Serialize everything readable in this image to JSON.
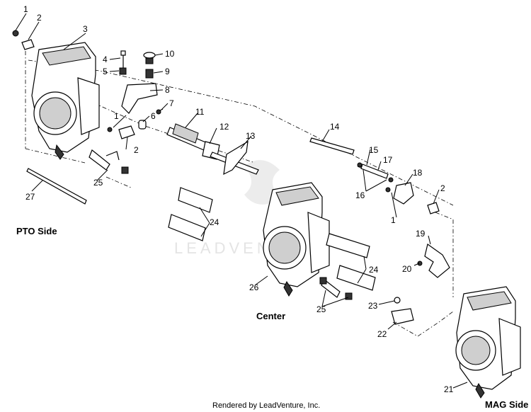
{
  "labels": {
    "pto": "PTO Side",
    "center": "Center",
    "mag": "MAG Side"
  },
  "callouts": {
    "c1a": "1",
    "c2a": "2",
    "c3": "3",
    "c4": "4",
    "c5": "5",
    "c10": "10",
    "c9": "9",
    "c8": "8",
    "c7": "7",
    "c6": "6",
    "c1b": "1",
    "c2b": "2",
    "c11": "11",
    "c12": "12",
    "c13": "13",
    "c25a": "25",
    "c27": "27",
    "c14": "14",
    "c15": "15",
    "c17": "17",
    "c18": "18",
    "c16": "16",
    "c2c": "2",
    "c1c": "1",
    "c24a": "24",
    "c24b": "24",
    "c19": "19",
    "c20": "20",
    "c26": "26",
    "c25b": "25",
    "c23": "23",
    "c22": "22",
    "c21": "21"
  },
  "watermark": "LEADVENTURE",
  "footer": "Rendered by LeadVenture, Inc."
}
